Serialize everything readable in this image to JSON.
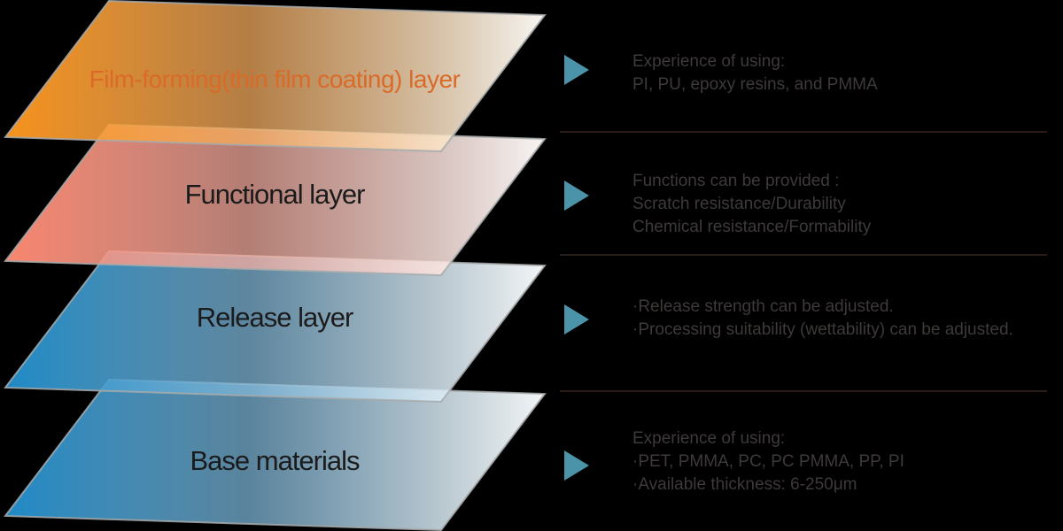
{
  "colors": {
    "background": "#000000",
    "arrow": "#4B93A8",
    "divider": "#2A1D18",
    "body_text": "#3E3A39",
    "sheet_outline": "#A7AAAC",
    "label_orange": "#DB6A28",
    "label_dark": "#1B1B1B"
  },
  "layers": [
    {
      "label": "Film-forming(thin film coating) layer",
      "gradient": {
        "start": "#F6921D",
        "mid": "#F9AF60",
        "light": "#FBE3C4",
        "end": "#FFFDF9"
      },
      "desc_lines": [
        "Experience of using:",
        "PI, PU, epoxy resins, and PMMA"
      ]
    },
    {
      "label": "Functional layer",
      "gradient": {
        "start": "#F8866F",
        "mid": "#F9AFA2",
        "light": "#FCE4DF",
        "end": "#FFFCFB"
      },
      "desc_lines": [
        "Functions can be provided :",
        "Scratch resistance/Durability",
        "Chemical resistance/Formability"
      ]
    },
    {
      "label": "Release layer",
      "gradient": {
        "start": "#1F8AC6",
        "mid": "#82BADC",
        "light": "#D9EAF4",
        "end": "#FBFDFE"
      },
      "desc_lines": [
        "·Release strength can be adjusted.",
        "·Processing suitability (wettability) can be adjusted."
      ]
    },
    {
      "label": "Base materials",
      "gradient": {
        "start": "#2089C5",
        "mid": "#7DB7DA",
        "light": "#D7E9F3",
        "end": "#FAFDFE"
      },
      "desc_lines": [
        "Experience of using:",
        "·PET, PMMA, PC, PC PMMA, PP, PI",
        "·Available thickness: 6-250μm"
      ]
    }
  ]
}
